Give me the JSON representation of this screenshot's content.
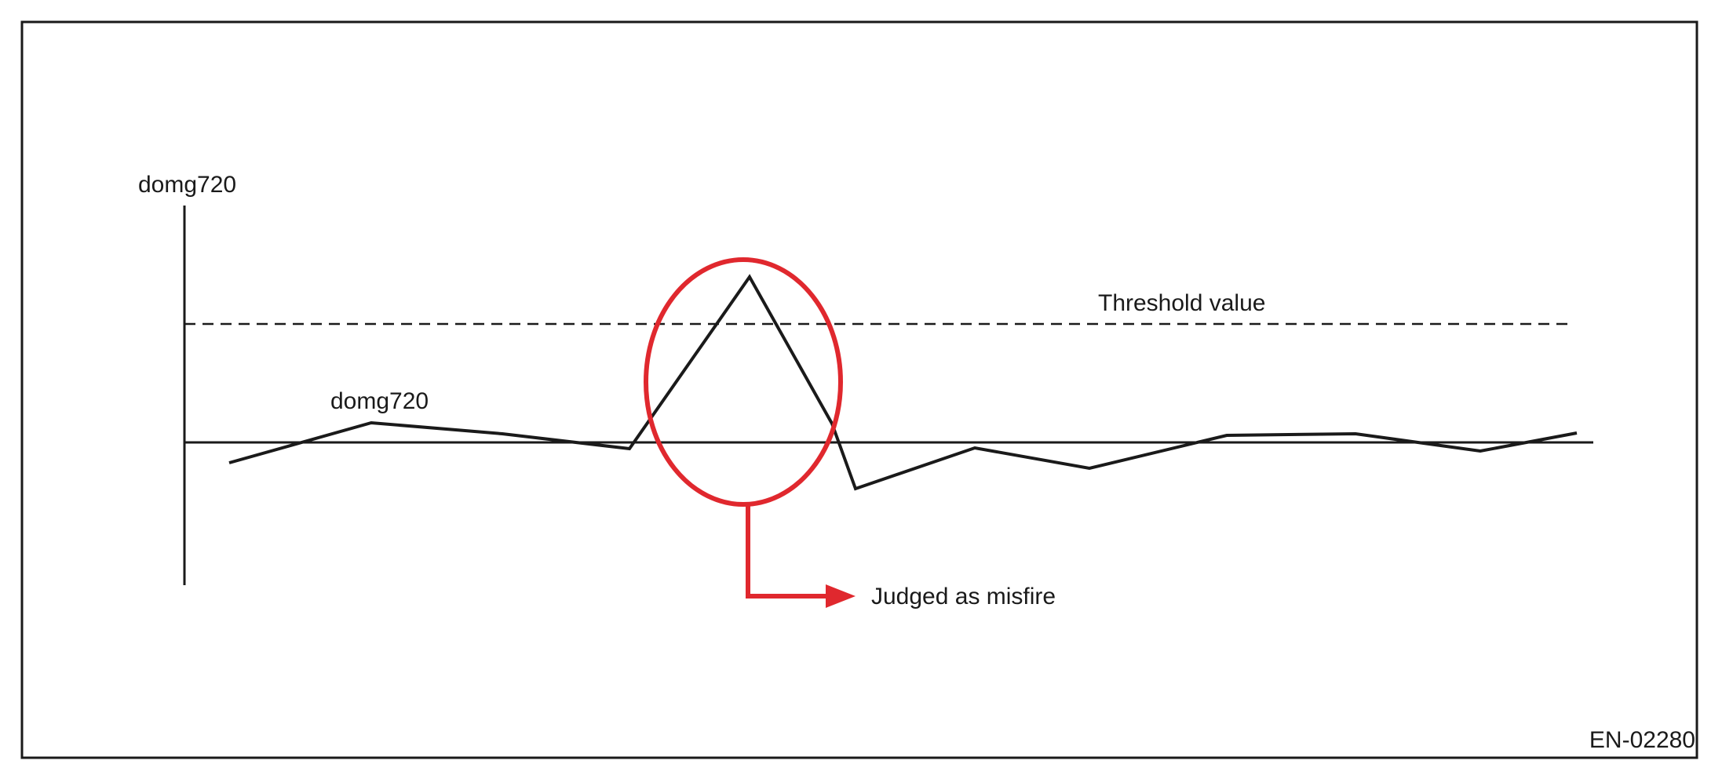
{
  "diagram": {
    "y_axis_label": "domg720",
    "signal_label": "domg720",
    "threshold_label": "Threshold value",
    "misfire_label": "Judged as misfire",
    "reference_code": "EN-02280",
    "highlight_color": "#e0282e",
    "line_color": "#1a1a1a"
  }
}
